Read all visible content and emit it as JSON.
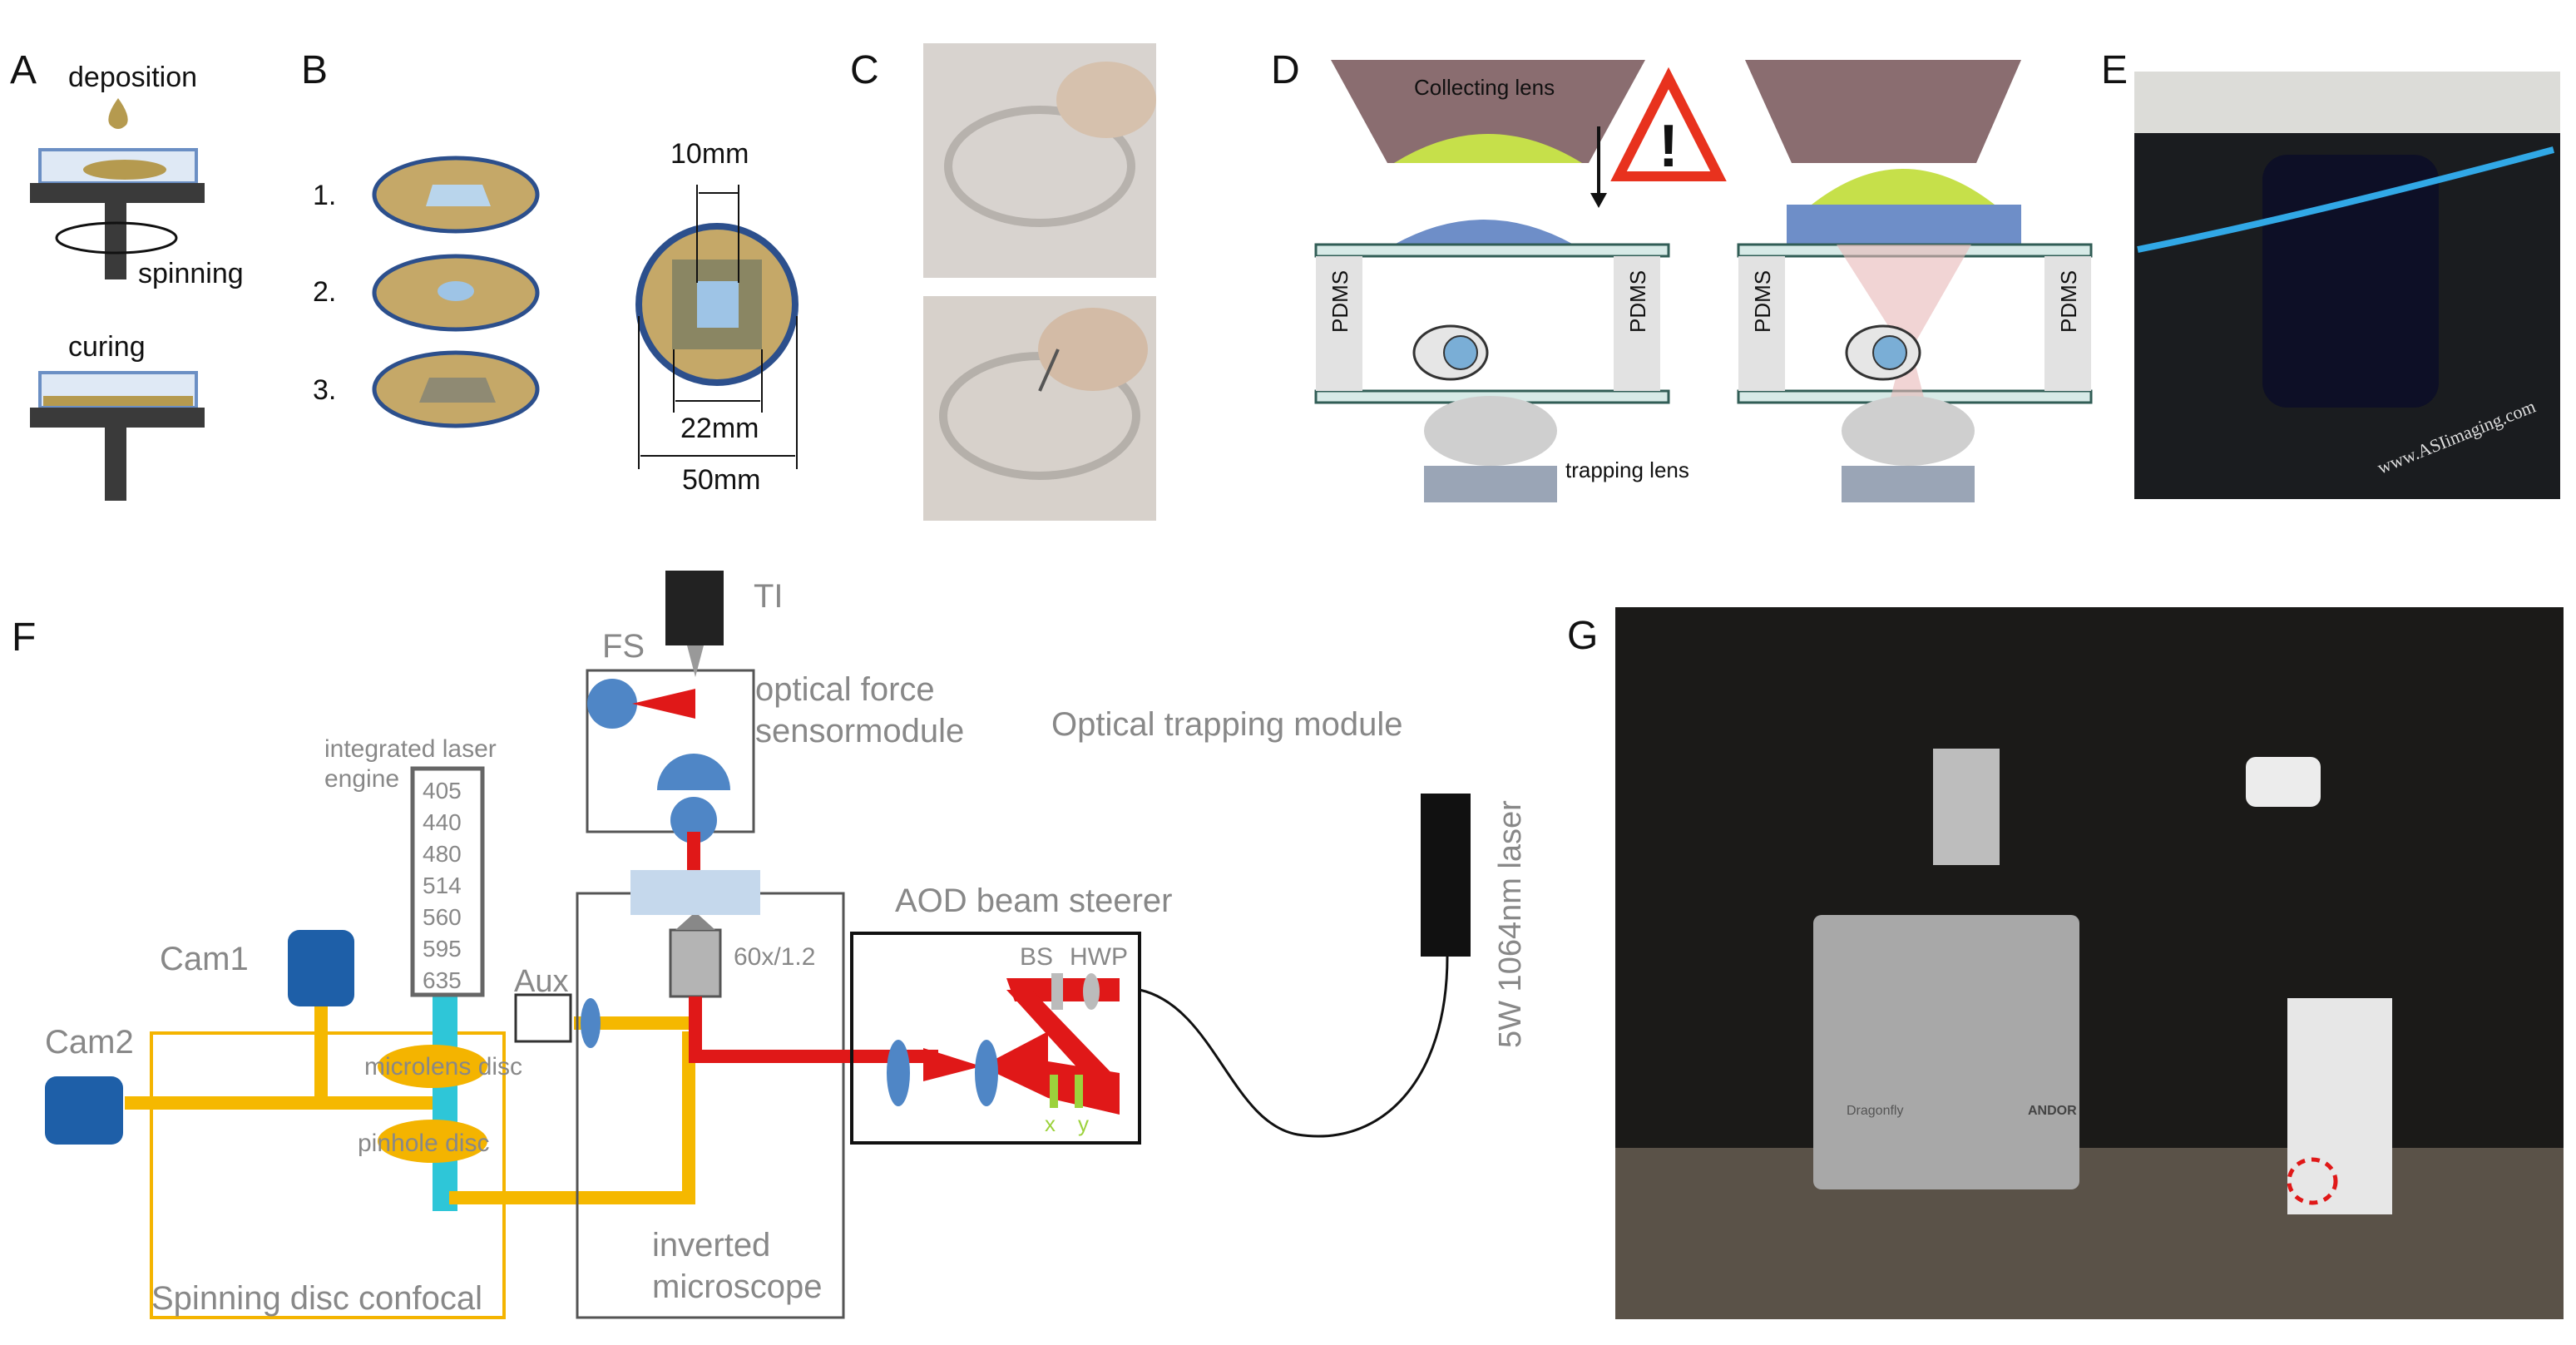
{
  "panels": {
    "A": "A",
    "B": "B",
    "C": "C",
    "D": "D",
    "E": "E",
    "F": "F",
    "G": "G"
  },
  "panelA": {
    "deposition": "deposition",
    "spinning": "spinning",
    "curing": "curing"
  },
  "panelB": {
    "steps": [
      "1.",
      "2.",
      "3."
    ],
    "dim_inner": "10mm",
    "dim_mid": "22mm",
    "dim_outer": "50mm"
  },
  "panelD": {
    "collecting_lens": "Collecting lens",
    "pdms": "PDMS",
    "trapping_lens": "trapping lens",
    "warning": "!"
  },
  "panelE": {
    "brand": "www.ASIimaging.com"
  },
  "panelF": {
    "ti": "TI",
    "fs": "FS",
    "force_module": [
      "optical force",
      "sensormodule"
    ],
    "trapping_module": "Optical trapping module",
    "laser_engine_label": [
      "integrated laser",
      "engine"
    ],
    "wavelengths": [
      "405",
      "440",
      "480",
      "514",
      "560",
      "595",
      "635"
    ],
    "cam1": "Cam1",
    "cam2": "Cam2",
    "aux": "Aux",
    "microlens": "microlens disc",
    "pinhole": "pinhole disc",
    "objective": "60x/1.2",
    "aod": "AOD beam steerer",
    "bs": "BS",
    "hwp": "HWP",
    "x": "x",
    "y": "y",
    "laser": "5W 1064nm laser",
    "inverted": [
      "inverted",
      "microscope"
    ],
    "confocal": "Spinning disc confocal"
  },
  "panelG": {
    "andor": "ANDOR",
    "dragonfly": "Dragonfly"
  }
}
